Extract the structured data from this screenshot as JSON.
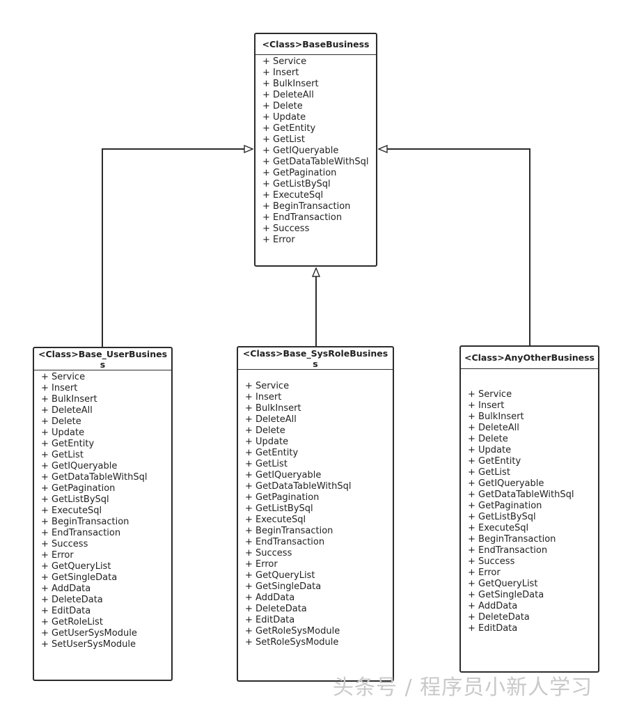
{
  "colors": {
    "line": "#2b2b2b",
    "background": "#ffffff",
    "watermark": "#c9c9c9"
  },
  "classes": {
    "base": {
      "title": "<Class>BaseBusiness",
      "members": [
        "+ Service",
        "+ Insert",
        "+ BulkInsert",
        "+ DeleteAll",
        "+ Delete",
        "+ Update",
        "+ GetEntity",
        "+ GetList",
        "+ GetIQueryable",
        "+ GetDataTableWithSql",
        "+ GetPagination",
        "+ GetListBySql",
        "+ ExecuteSql",
        "+ BeginTransaction",
        "+ EndTransaction",
        "+ Success",
        "+ Error"
      ]
    },
    "user": {
      "title": "<Class>Base_UserBusiness",
      "members": [
        "+ Service",
        "+ Insert",
        "+ BulkInsert",
        "+ DeleteAll",
        "+ Delete",
        "+ Update",
        "+ GetEntity",
        "+ GetList",
        "+ GetIQueryable",
        "+ GetDataTableWithSql",
        "+ GetPagination",
        "+ GetListBySql",
        "+ ExecuteSql",
        "+ BeginTransaction",
        "+ EndTransaction",
        "+ Success",
        "+ Error",
        "+ GetQueryList",
        "+ GetSingleData",
        "+ AddData",
        "+ DeleteData",
        "+ EditData",
        "+ GetRoleList",
        "+ GetUserSysModule",
        "+ SetUserSysModule"
      ]
    },
    "sysrole": {
      "title": "<Class>Base_SysRoleBusiness",
      "members": [
        "+ Service",
        "+ Insert",
        "+ BulkInsert",
        "+ DeleteAll",
        "+ Delete",
        "+ Update",
        "+ GetEntity",
        "+ GetList",
        "+ GetIQueryable",
        "+ GetDataTableWithSql",
        "+ GetPagination",
        "+ GetListBySql",
        "+ ExecuteSql",
        "+ BeginTransaction",
        "+ EndTransaction",
        "+ Success",
        "+ Error",
        "+ GetQueryList",
        "+ GetSingleData",
        "+ AddData",
        "+ DeleteData",
        "+ EditData",
        "+ GetRoleSysModule",
        "+ SetRoleSysModule"
      ]
    },
    "other": {
      "title": "<Class>AnyOtherBusiness",
      "members": [
        "+ Service",
        "+ Insert",
        "+ BulkInsert",
        "+ DeleteAll",
        "+ Delete",
        "+ Update",
        "+ GetEntity",
        "+ GetList",
        "+ GetIQueryable",
        "+ GetDataTableWithSql",
        "+ GetPagination",
        "+ GetListBySql",
        "+ ExecuteSql",
        "+ BeginTransaction",
        "+ EndTransaction",
        "+ Success",
        "+ Error",
        "+ GetQueryList",
        "+ GetSingleData",
        "+ AddData",
        "+ DeleteData",
        "+ EditData"
      ]
    }
  },
  "relationships": [
    {
      "from": "Base_UserBusiness",
      "to": "BaseBusiness",
      "type": "inheritance"
    },
    {
      "from": "Base_SysRoleBusiness",
      "to": "BaseBusiness",
      "type": "inheritance"
    },
    {
      "from": "AnyOtherBusiness",
      "to": "BaseBusiness",
      "type": "inheritance"
    }
  ],
  "watermark": {
    "text": "头条号 / 程序员小新人学习"
  }
}
